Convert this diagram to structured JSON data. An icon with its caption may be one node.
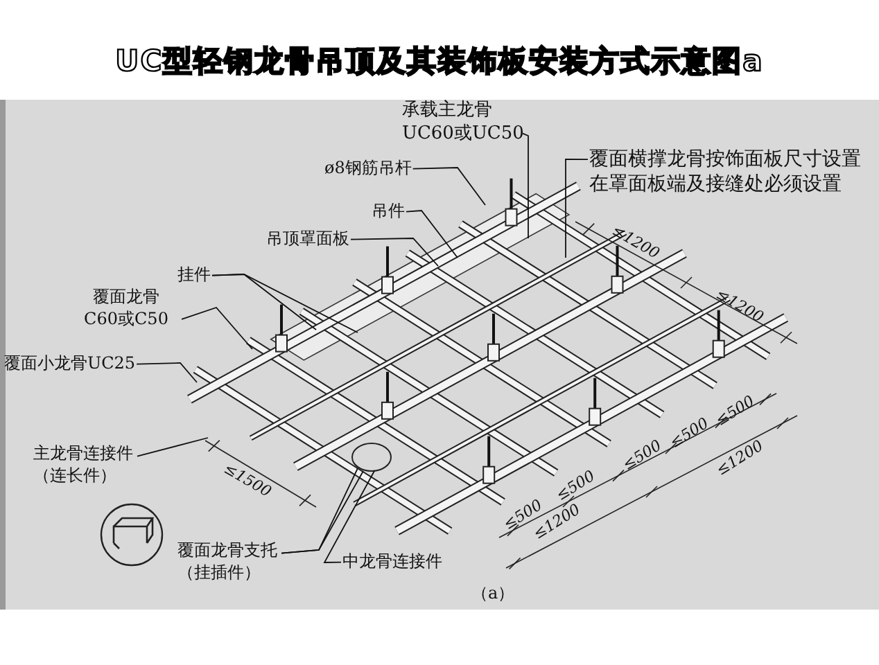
{
  "diagram": {
    "title": "UC型轻钢龙骨吊顶及其装饰板安装方式示意图a",
    "caption": "（a）",
    "nodes": [
      {
        "text": [
          "承载主龙骨 UC60或UC50"
        ]
      },
      {
        "text": [
          "ø8钢筋吊杆"
        ]
      },
      {
        "text": [
          "吊件"
        ]
      },
      {
        "text": [
          "吊顶罩面板"
        ]
      },
      {
        "text": [
          "挂件"
        ]
      },
      {
        "text": [
          "覆面龙骨 C60或C50"
        ]
      },
      {
        "text": [
          "覆面小龙骨UC25"
        ]
      },
      {
        "text": [
          "覆面横撑龙骨按饰面板尺寸设置在罩面板端及接缝处必须设置"
        ]
      },
      {
        "text": [
          "主龙骨连接件（连长件）"
        ]
      },
      {
        "text": [
          "覆面龙骨支托（挂插件）"
        ]
      },
      {
        "text": [
          "中龙骨连接件"
        ]
      }
    ],
    "edges": [
      {
        "from": 0,
        "to": null,
        "arrow": "none"
      },
      {
        "from": 1,
        "to": null,
        "arrow": "none"
      },
      {
        "from": 2,
        "to": null,
        "arrow": "none"
      },
      {
        "from": 3,
        "to": null,
        "arrow": "none"
      },
      {
        "from": 4,
        "to": null,
        "arrow": "none"
      },
      {
        "from": 4,
        "to": null,
        "arrow": "none"
      },
      {
        "from": 5,
        "to": null,
        "arrow": "none"
      },
      {
        "from": 6,
        "to": null,
        "arrow": "none"
      },
      {
        "from": 7,
        "to": null,
        "arrow": "none"
      },
      {
        "from": 8,
        "to": null,
        "arrow": "none"
      },
      {
        "from": 9,
        "to": null,
        "arrow": "none"
      },
      {
        "from": 9,
        "to": null,
        "arrow": "none"
      },
      {
        "from": 10,
        "to": null,
        "arrow": "none"
      }
    ],
    "labels": [
      "≤1200",
      "≤1200",
      "≤500",
      "≤500",
      "≤1200",
      "≤500",
      "≤500",
      "≤1500",
      "≤500",
      "≤1200"
    ]
  }
}
